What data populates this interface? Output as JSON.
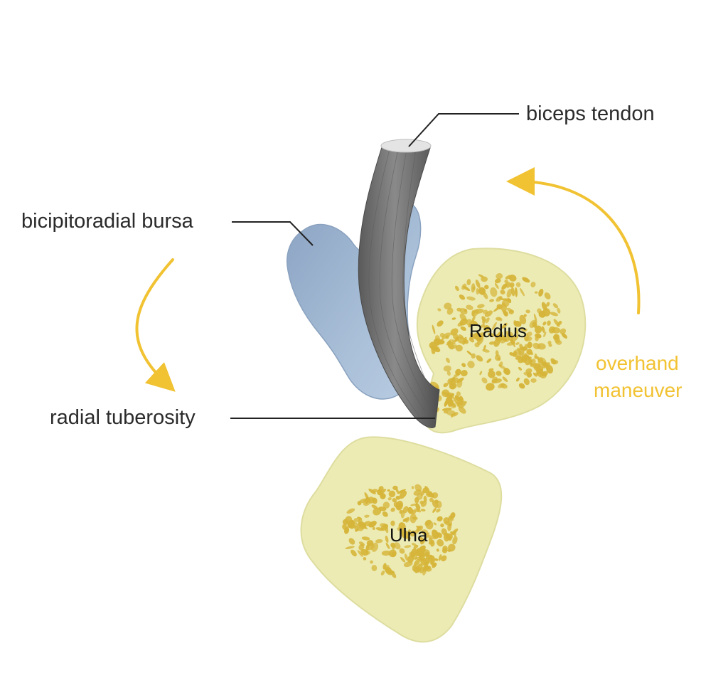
{
  "labels": {
    "biceps_tendon": "biceps tendon",
    "bicipitoradial_bursa": "bicipitoradial bursa",
    "radial_tuberosity": "radial tuberosity",
    "radius": "Radius",
    "ulna": "Ulna",
    "overhand_line1": "overhand",
    "overhand_line2": "maneuver"
  },
  "colors": {
    "bone_fill": "#ecebb4",
    "bone_outline": "#dedda0",
    "marrow_spots": "#d6b53a",
    "bursa_fill": "#9db3cc",
    "bursa_shadow": "#7f97b3",
    "tendon_fill": "#6e6e6e",
    "tendon_dark": "#4a4a4a",
    "tendon_cap": "#e4e4e4",
    "arrow": "#f1c232",
    "motion_text": "#f1c232"
  }
}
